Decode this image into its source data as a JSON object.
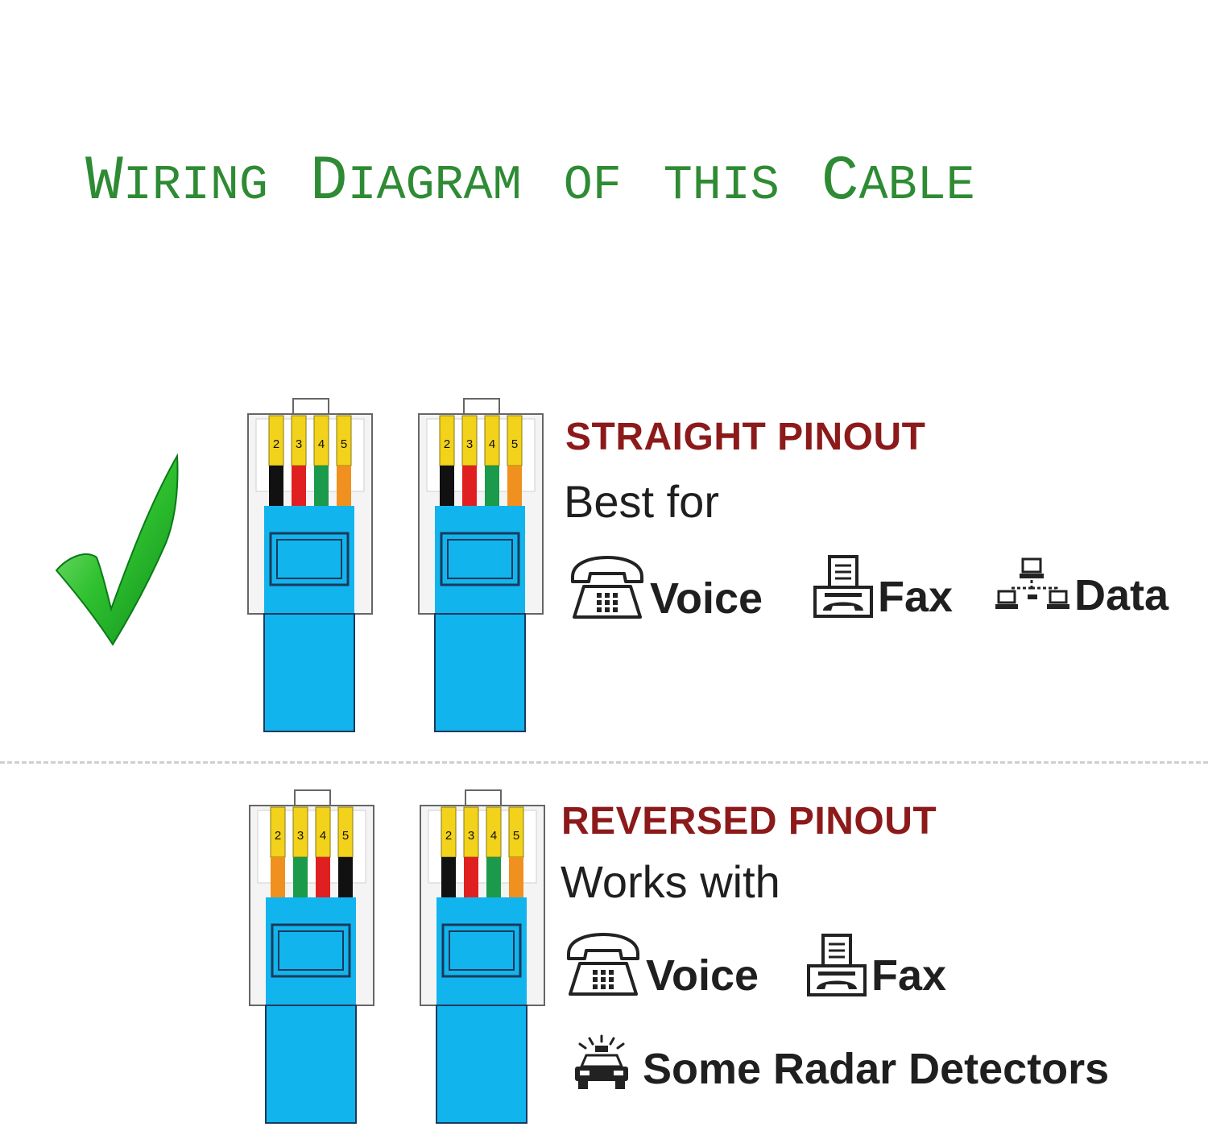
{
  "title": {
    "words": [
      {
        "first": "W",
        "rest": "IRING"
      },
      {
        "first": "D",
        "rest": "IAGRAM"
      },
      {
        "first": "",
        "rest": "OF"
      },
      {
        "first": "",
        "rest": "THIS"
      },
      {
        "first": "C",
        "rest": "ABLE"
      }
    ]
  },
  "pin_numbers": [
    "2",
    "3",
    "4",
    "5"
  ],
  "colors": {
    "black": "#111111",
    "red": "#e02020",
    "green": "#1a9a4a",
    "orange": "#f0901e",
    "yellow": "#f2d21a",
    "boot": "#12b4ee",
    "title_green": "#2e8b34",
    "heading_red": "#8c1a1a"
  },
  "straight": {
    "heading": "STRAIGHT PINOUT",
    "subheading": "Best for",
    "plug_left_wires": [
      "black",
      "red",
      "green",
      "orange"
    ],
    "plug_right_wires": [
      "black",
      "red",
      "green",
      "orange"
    ],
    "uses": [
      {
        "icon": "telephone-icon",
        "label": "Voice"
      },
      {
        "icon": "fax-icon",
        "label": "Fax"
      },
      {
        "icon": "network-icon",
        "label": "Data"
      }
    ]
  },
  "reversed": {
    "heading": "REVERSED PINOUT",
    "subheading": "Works with",
    "plug_left_wires": [
      "orange",
      "green",
      "red",
      "black"
    ],
    "plug_right_wires": [
      "black",
      "red",
      "green",
      "orange"
    ],
    "uses": [
      {
        "icon": "telephone-icon",
        "label": "Voice"
      },
      {
        "icon": "fax-icon",
        "label": "Fax"
      },
      {
        "icon": "police-car-icon",
        "label": "Some Radar Detectors"
      }
    ]
  }
}
